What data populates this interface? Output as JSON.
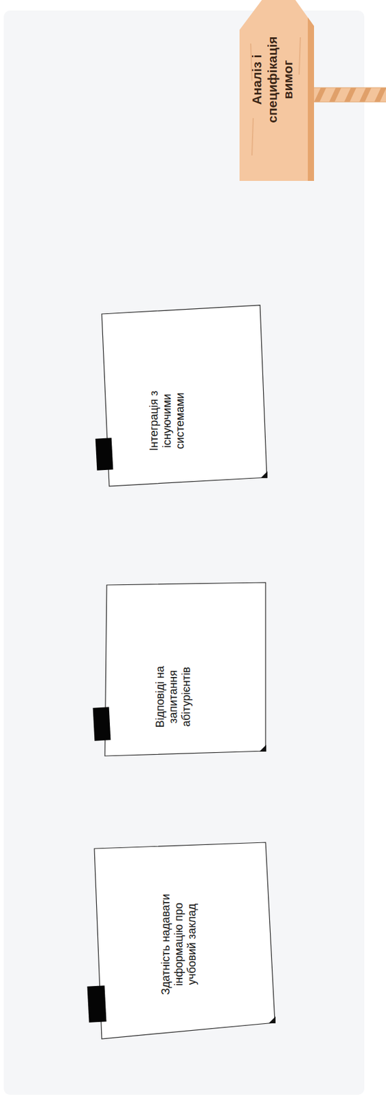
{
  "diagram": {
    "nodes": [
      {
        "text": [
          "Аналіз і специфікація вимог"
        ]
      },
      {
        "text": [
          "Здатність надавати інформацію про учбовий заклад"
        ]
      },
      {
        "text": [
          "Відповіді на запитання абітурієнтів"
        ]
      },
      {
        "text": [
          "Інтеграція з існуючими системами"
        ]
      }
    ]
  }
}
